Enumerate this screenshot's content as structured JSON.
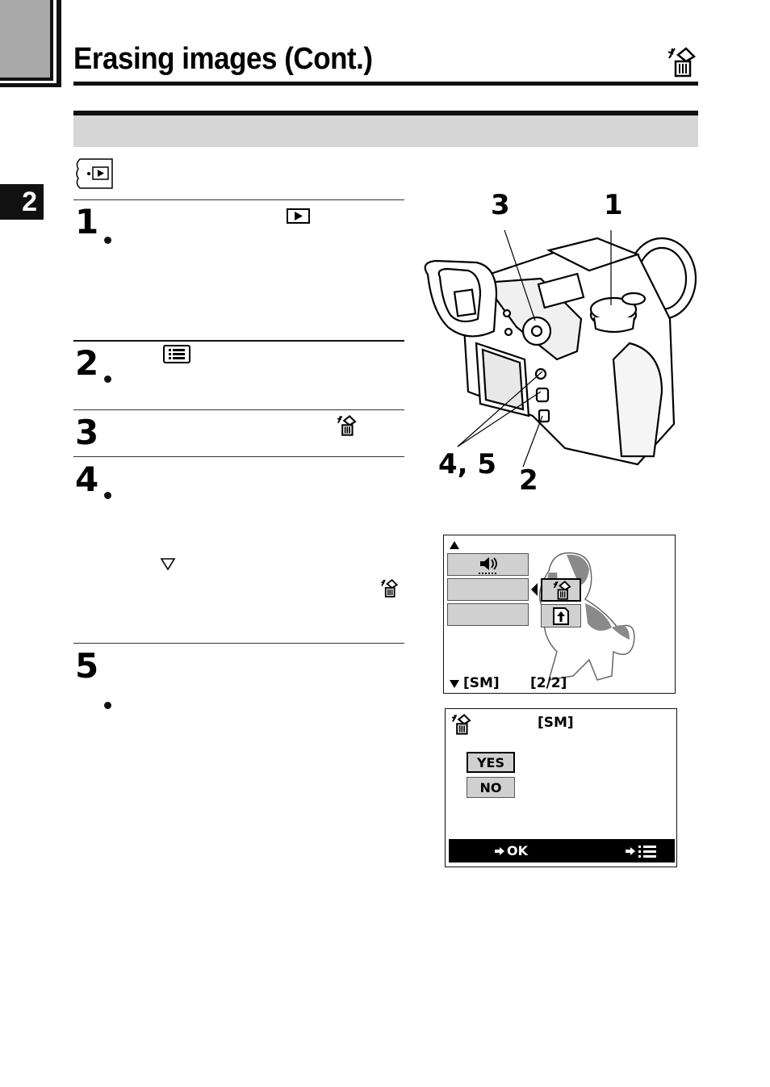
{
  "chapter": {
    "number": "2"
  },
  "page": {
    "title": "Erasing images (Cont.)"
  },
  "callouts": {
    "c3": "3",
    "c1": "1",
    "c45": "4, 5",
    "c2": "2"
  },
  "steps": [
    {
      "num": "1"
    },
    {
      "num": "2"
    },
    {
      "num": "3"
    },
    {
      "num": "4"
    },
    {
      "num": "5"
    }
  ],
  "screen1": {
    "mode": "[SM]",
    "page": "[2/2]"
  },
  "screen2": {
    "mode": "[SM]",
    "yes": "YES",
    "no": "NO",
    "ok": "OK"
  },
  "icons": [
    "erase-icon",
    "playback-icon",
    "menu-icon",
    "speaker-icon",
    "protect-icon",
    "down-triangle-icon",
    "camera-illustration",
    "dog-illustration"
  ]
}
